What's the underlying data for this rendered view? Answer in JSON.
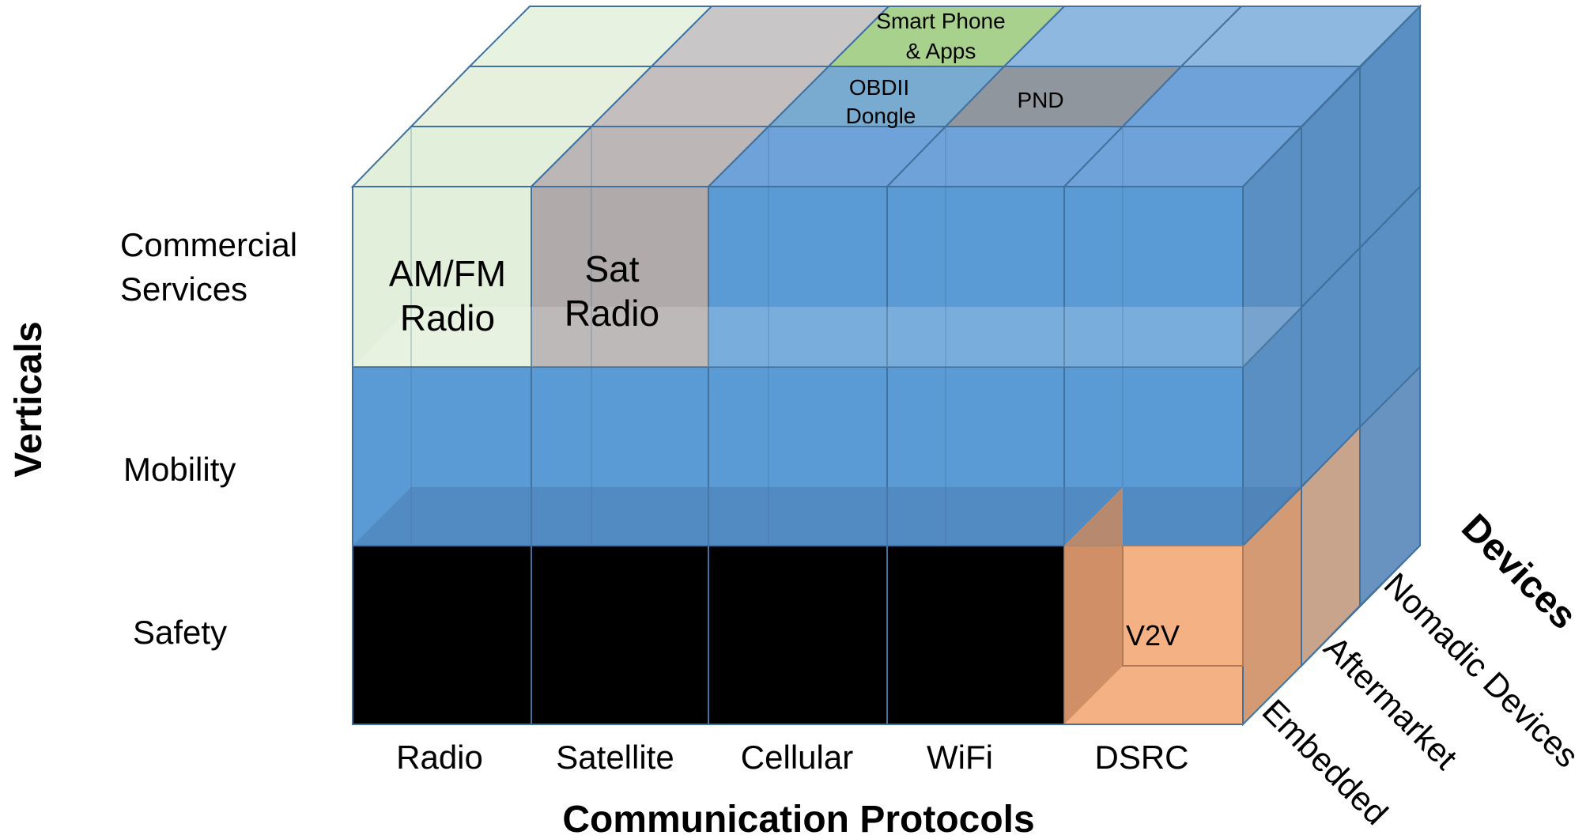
{
  "axes": {
    "verticals_title": "Verticals",
    "protocols_title": "Communication Protocols",
    "devices_title": "Devices",
    "verticals": [
      "Commercial Services",
      "Mobility",
      "Safety"
    ],
    "protocols": [
      "Radio",
      "Satellite",
      "Cellular",
      "WiFi",
      "DSRC"
    ],
    "devices": [
      "Embedded",
      "Aftermarket",
      "Nomadic Devices"
    ]
  },
  "cells": {
    "am_fm": [
      "AM/FM",
      "Radio"
    ],
    "sat": [
      "Sat",
      "Radio"
    ],
    "v2v": "V2V",
    "smartphone": [
      "Smart Phone",
      "& Apps"
    ],
    "obdii": [
      "OBDII",
      "Dongle"
    ],
    "pnd": "PND"
  },
  "colors": {
    "blue_face": "#5b9bd5",
    "blue_edge": "#41719c",
    "light_green": "#e2efda",
    "gray": "#a6a6a6",
    "black": "#000000",
    "orange": "#f4b183",
    "smartphone_green": "#a9d18e"
  }
}
